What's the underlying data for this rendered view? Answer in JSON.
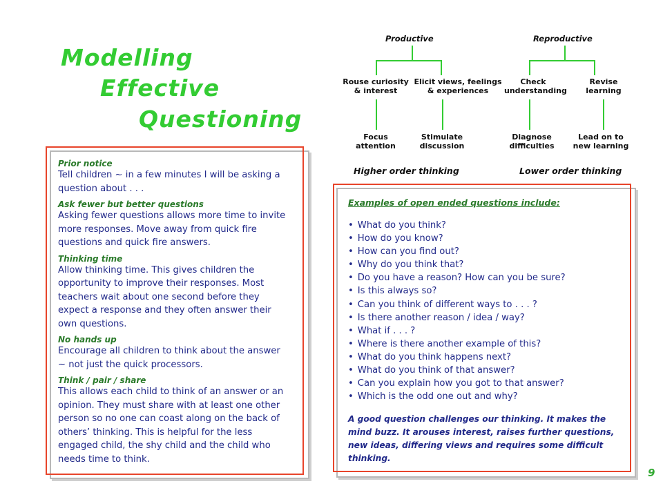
{
  "title": {
    "line1": "Modelling",
    "line2": "Effective",
    "line3": "Questioning"
  },
  "diagram": {
    "productive": "Productive",
    "reproductive": "Reproductive",
    "rouse": "Rouse curiosity\n& interest",
    "elicit": "Elicit views, feelings\n& experiences",
    "check": "Check\nunderstanding",
    "revise": "Revise\nlearning",
    "focus": "Focus\nattention",
    "stimulate": "Stimulate\ndiscussion",
    "diagnose": "Diagnose\ndifficulties",
    "lead": "Lead on to\nnew learning",
    "higher": "Higher order thinking",
    "lower": "Lower order thinking"
  },
  "left_panel": {
    "sections": [
      {
        "heading": "Prior notice",
        "body": "Tell children ~ in a few minutes I will be asking a question about . . ."
      },
      {
        "heading": "Ask fewer but better questions",
        "body": "Asking fewer questions allows more time to invite more responses. Move away from quick fire questions and quick fire answers."
      },
      {
        "heading": "Thinking time",
        "body": "Allow thinking time.  This gives children the opportunity to improve their responses.  Most teachers wait about one second before they expect a response and they often answer their own questions."
      },
      {
        "heading": "No hands up",
        "body": "Encourage all children to think about the answer ~ not just the quick processors."
      },
      {
        "heading": "Think / pair / share",
        "body": "This allows each child to think of an answer or an opinion.  They must share with at least one other person so no one can coast along on the back of others’ thinking.  This is helpful for the less engaged child, the shy child and the child who needs time to think."
      }
    ]
  },
  "right_panel": {
    "heading": "Examples of open ended questions include:",
    "questions": [
      "What do you think?",
      "How do you know?",
      "How can you find out?",
      "Why do you think that?",
      "Do you have a reason?  How can you be sure?",
      "Is this always so?",
      "Can you think of different ways to . . . ?",
      "Is there another reason / idea / way?",
      "What if . . . ?",
      "Where is there another example of this?",
      "What do you think happens next?",
      "What do you think of that answer?",
      "Can you explain how you got to that answer?",
      "Which is the odd one out and why?"
    ],
    "closing": "A good question challenges our thinking.  It makes the mind buzz.  It arouses interest, raises further questions, new ideas, differing views and requires some difficult thinking."
  },
  "page_number": "9"
}
